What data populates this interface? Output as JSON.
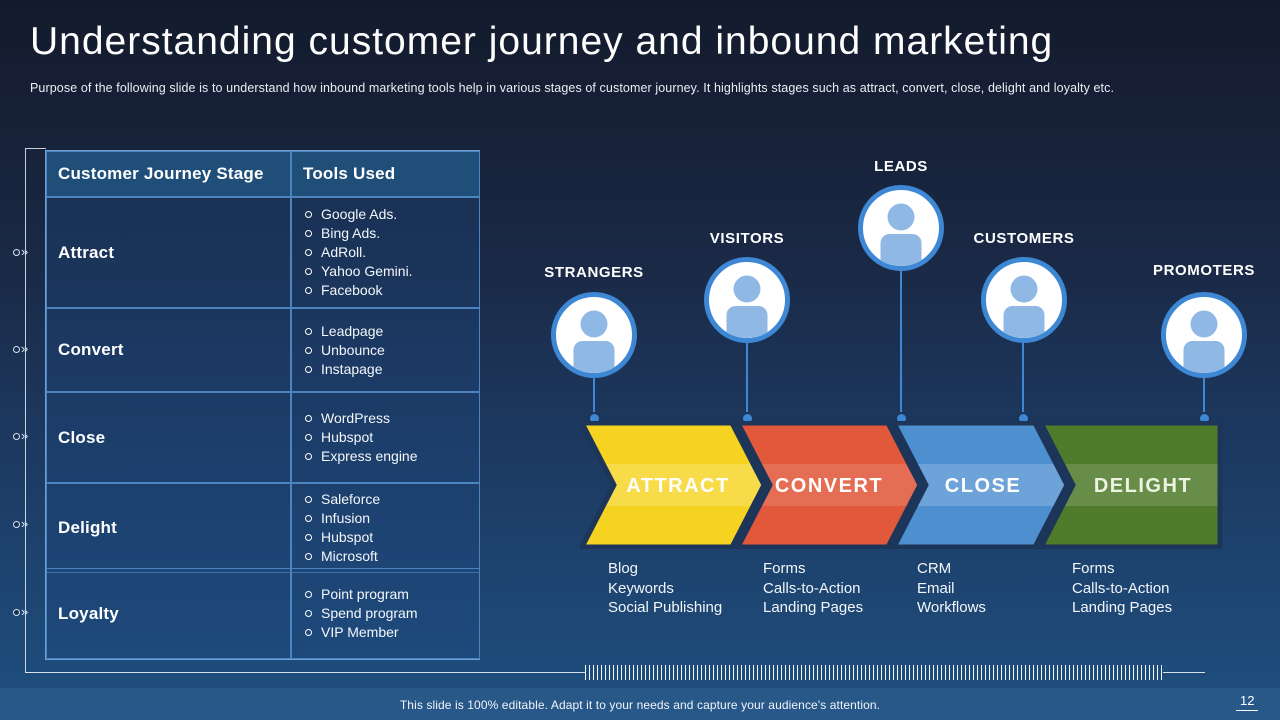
{
  "slide": {
    "title": "Understanding customer journey and inbound marketing",
    "subtitle": "Purpose of the following slide is to understand how inbound marketing tools help in various stages of customer journey. It highlights stages such as attract, convert,  close, delight and loyalty etc.",
    "footer_note": "This slide is 100% editable. Adapt it to your needs and capture your audience's attention.",
    "page_number": "12"
  },
  "icons": {
    "forward_glyph": "»"
  },
  "table": {
    "headers": [
      "Customer Journey Stage",
      "Tools Used"
    ],
    "rows": [
      {
        "stage": "Attract",
        "tools": [
          "Google Ads.",
          "Bing Ads.",
          "AdRoll.",
          "Yahoo Gemini.",
          "Facebook"
        ]
      },
      {
        "stage": "Convert",
        "tools": [
          "Leadpage",
          "Unbounce",
          "Instapage"
        ]
      },
      {
        "stage": "Close",
        "tools": [
          "WordPress",
          "Hubspot",
          "Express engine"
        ]
      },
      {
        "stage": "Delight",
        "tools": [
          "Saleforce",
          "Infusion",
          "Hubspot",
          "Microsoft"
        ]
      },
      {
        "stage": "Loyalty",
        "tools": [
          "Point program",
          "Spend program",
          "VIP Member"
        ]
      }
    ]
  },
  "funnel": {
    "personas": [
      {
        "label": "STRANGERS"
      },
      {
        "label": "VISITORS"
      },
      {
        "label": "LEADS"
      },
      {
        "label": "CUSTOMERS"
      },
      {
        "label": "PROMOTERS"
      }
    ],
    "stages": [
      {
        "label": "ATTRACT",
        "color": "#f6d320",
        "label_color": "#ffffff",
        "tools": [
          "Blog",
          "Keywords",
          "Social Publishing"
        ]
      },
      {
        "label": "CONVERT",
        "color": "#e2583a",
        "label_color": "#ffffff",
        "tools": [
          "Forms",
          "Calls-to-Action",
          "Landing Pages"
        ]
      },
      {
        "label": "CLOSE",
        "color": "#4e8fd0",
        "label_color": "#ffffff",
        "tools": [
          "CRM",
          "Email",
          "Workflows"
        ]
      },
      {
        "label": "DELIGHT",
        "color": "#4f7b2a",
        "label_color": "#edf3e2",
        "tools": [
          "Forms",
          "Calls-to-Action",
          "Landing Pages"
        ]
      }
    ]
  },
  "colors": {
    "avatar_ring": "#3e87d4",
    "avatar_person": "#8fb9e4",
    "table_header_bg": "#1f4e79",
    "table_border": "#5b9bd5",
    "seam": "#1d3558"
  }
}
